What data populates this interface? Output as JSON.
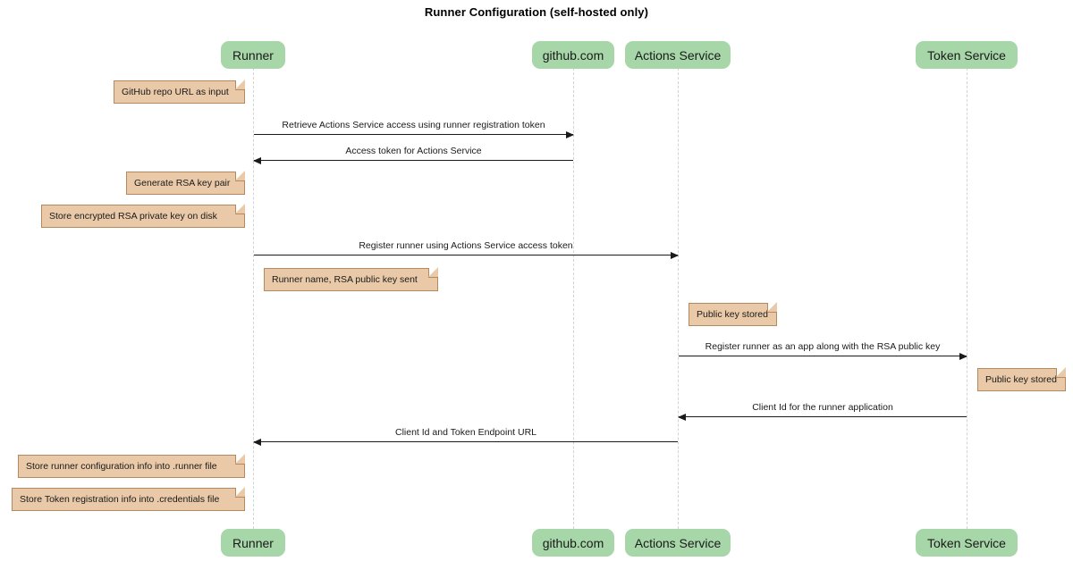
{
  "diagram": {
    "type": "sequence-diagram",
    "title": "Runner Configuration (self-hosted only)",
    "colors": {
      "participant_fill": "#a7d7a8",
      "note_fill": "#e9c9a7",
      "note_border": "#b5895f",
      "lifeline": "#d3d3d3",
      "message_line": "#1a1a1a",
      "background": "#ffffff"
    }
  },
  "participants": [
    {
      "id": "runner",
      "label": "Runner"
    },
    {
      "id": "github",
      "label": "github.com"
    },
    {
      "id": "actions",
      "label": "Actions Service"
    },
    {
      "id": "token",
      "label": "Token Service"
    }
  ],
  "notes": [
    {
      "id": "note-1",
      "text": "GitHub repo URL as input"
    },
    {
      "id": "note-2",
      "text": "Generate RSA key pair"
    },
    {
      "id": "note-3",
      "text": "Store encrypted RSA private key on disk"
    },
    {
      "id": "note-4",
      "text": "Runner name, RSA public key sent"
    },
    {
      "id": "note-5",
      "text": "Public key stored"
    },
    {
      "id": "note-6",
      "text": "Public key stored"
    },
    {
      "id": "note-7",
      "text": "Store runner configuration info into .runner file"
    },
    {
      "id": "note-8",
      "text": "Store Token registration info into .credentials file"
    }
  ],
  "messages": [
    {
      "id": "msg-1",
      "from": "runner",
      "to": "github",
      "direction": "right",
      "label": "Retrieve Actions Service access using runner registration token"
    },
    {
      "id": "msg-2",
      "from": "github",
      "to": "runner",
      "direction": "left",
      "label": "Access token for Actions Service"
    },
    {
      "id": "msg-3",
      "from": "runner",
      "to": "actions",
      "direction": "right",
      "label": "Register runner using Actions Service access token"
    },
    {
      "id": "msg-4",
      "from": "actions",
      "to": "token",
      "direction": "right",
      "label": "Register runner as an app along with the RSA public key"
    },
    {
      "id": "msg-5",
      "from": "token",
      "to": "actions",
      "direction": "left",
      "label": "Client Id for the runner application"
    },
    {
      "id": "msg-6",
      "from": "actions",
      "to": "runner",
      "direction": "left",
      "label": "Client Id and Token Endpoint URL"
    }
  ]
}
